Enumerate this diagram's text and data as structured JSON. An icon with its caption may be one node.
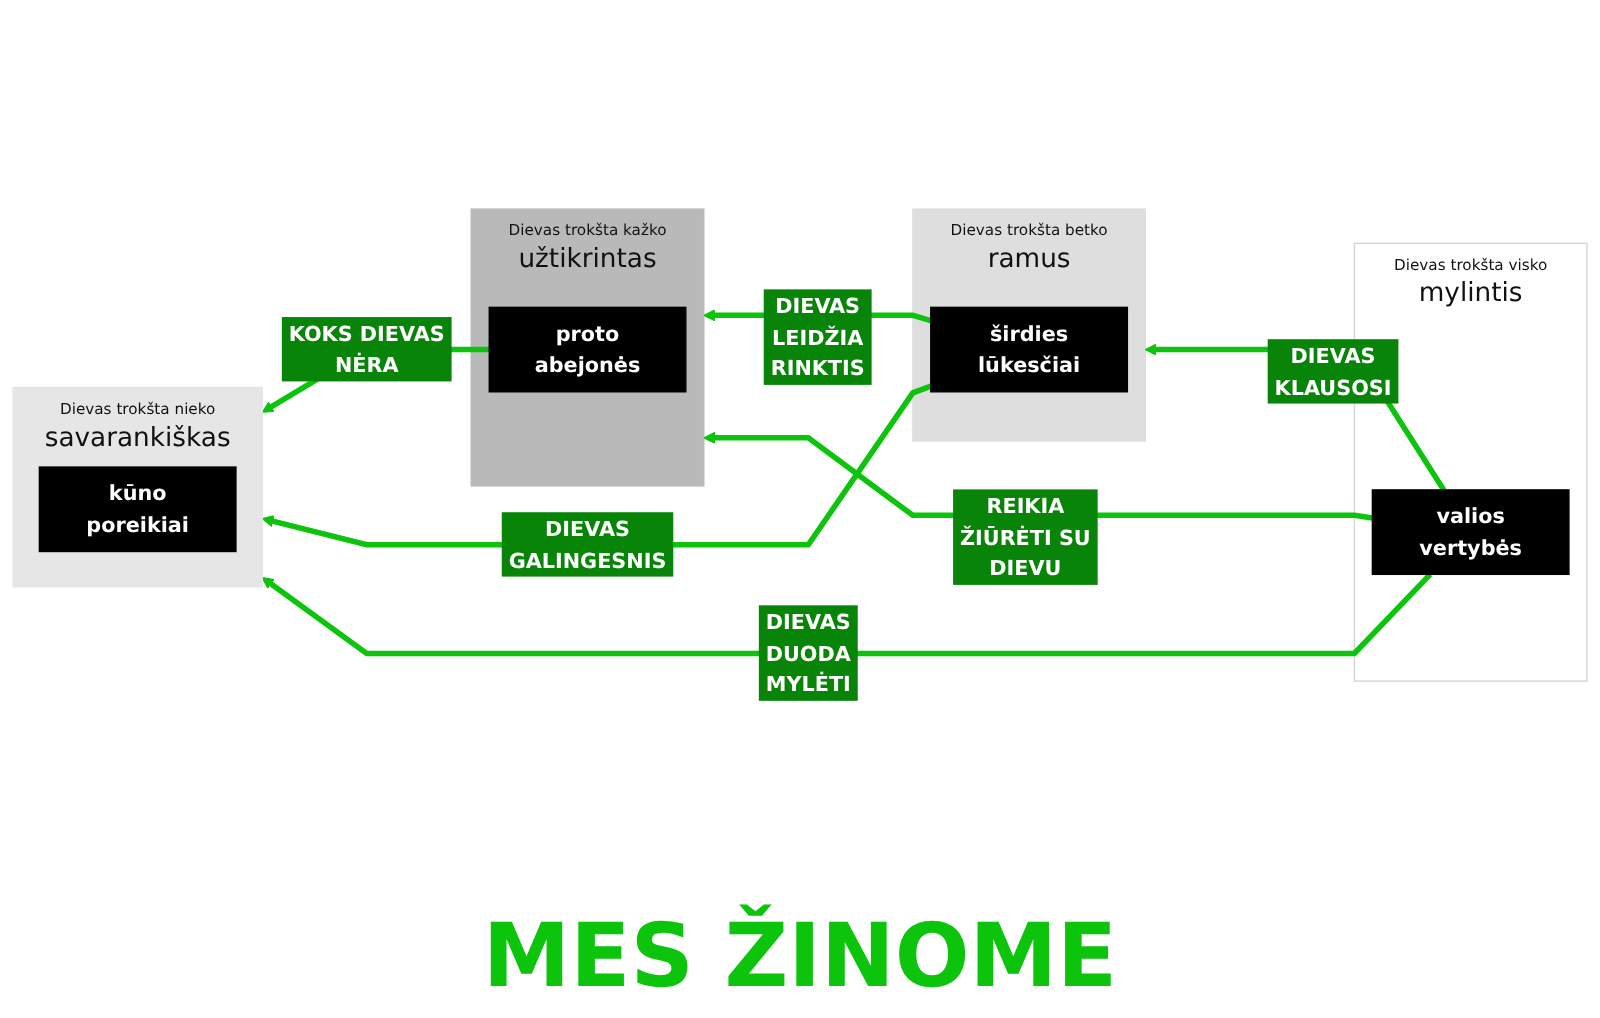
{
  "diagram": {
    "nodes": [
      {
        "text": [
          "Dievas trokšta nieko",
          "savarankiškas"
        ]
      },
      {
        "text": [
          "Dievas trokšta kažko",
          "užtikrintas"
        ]
      },
      {
        "text": [
          "Dievas trokšta betko",
          "ramus"
        ]
      },
      {
        "text": [
          "Dievas trokšta visko",
          "mylintis"
        ]
      },
      {
        "text": [
          "kūno poreikiai"
        ],
        "in": 0
      },
      {
        "text": [
          "proto abejonės"
        ],
        "in": 1
      },
      {
        "text": [
          "širdies lūkesčiai"
        ],
        "in": 2
      },
      {
        "text": [
          "valios vertybės"
        ],
        "in": 3
      }
    ],
    "edges": [
      {
        "from": 5,
        "to": 0,
        "arrow": "to",
        "label": "KOKS DIEVAS NĖRA"
      },
      {
        "from": 6,
        "to": 0,
        "arrow": "to",
        "label": "DIEVAS GALINGESNIS"
      },
      {
        "from": 7,
        "to": 0,
        "arrow": "to",
        "label": "DIEVAS DUODA MYLĖTI"
      },
      {
        "from": 6,
        "to": 1,
        "arrow": "to",
        "label": "DIEVAS LEIDŽIA RINKTIS"
      },
      {
        "from": 7,
        "to": 1,
        "arrow": "to",
        "label": "REIKIA ŽIŪRĖTI SU DIEVU"
      },
      {
        "from": 7,
        "to": 2,
        "arrow": "to",
        "label": "DIEVAS KLAUSOSI"
      }
    ],
    "labels": [
      "MES ŽINOME"
    ]
  }
}
